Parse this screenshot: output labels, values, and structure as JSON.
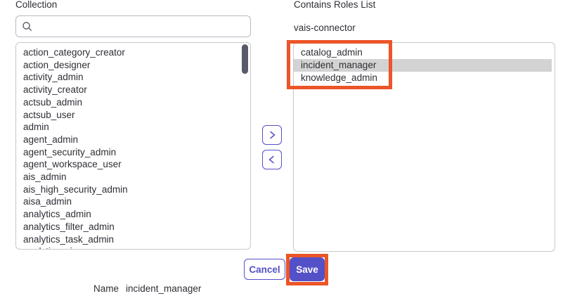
{
  "left_panel": {
    "label": "Collection",
    "search": {
      "value": "",
      "placeholder": ""
    },
    "items": [
      "action_category_creator",
      "action_designer",
      "activity_admin",
      "activity_creator",
      "actsub_admin",
      "actsub_user",
      "admin",
      "agent_admin",
      "agent_security_admin",
      "agent_workspace_user",
      "ais_admin",
      "ais_high_security_admin",
      "aisa_admin",
      "analytics_admin",
      "analytics_filter_admin",
      "analytics_task_admin",
      "analytics_viewer"
    ]
  },
  "transfer": {
    "move_right_label": ">",
    "move_left_label": "<"
  },
  "right_panel": {
    "label": "Contains Roles List",
    "group_name": "vais-connector",
    "items": [
      {
        "label": "catalog_admin",
        "selected": false
      },
      {
        "label": "incident_manager",
        "selected": true
      },
      {
        "label": "knowledge_admin",
        "selected": false
      }
    ],
    "selected_item": "incident_manager"
  },
  "footer": {
    "cancel_label": "Cancel",
    "save_label": "Save"
  },
  "name_row": {
    "label": "Name",
    "value": "incident_manager"
  },
  "icons": {
    "search": "search-icon",
    "move_right": "chevron-right-icon",
    "move_left": "chevron-left-icon"
  },
  "colors": {
    "accent_indigo": "#5450c8",
    "annotation_orange": "#eb5528",
    "selection_gray": "#d3d3d3",
    "scrollbar_thumb": "#575b69",
    "list_border": "#c6c8d1",
    "text": "#2e2e36"
  }
}
